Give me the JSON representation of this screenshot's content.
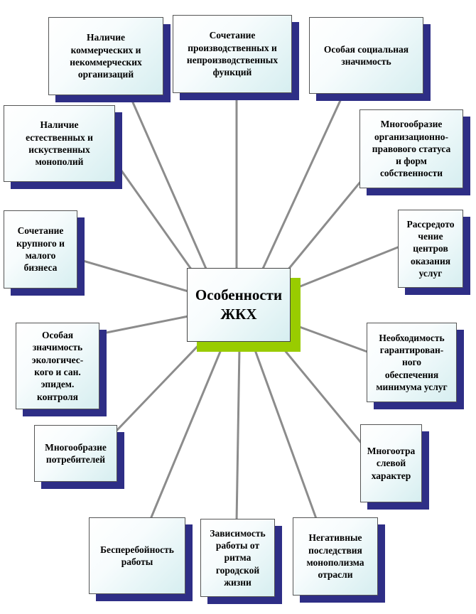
{
  "center": {
    "label": "Особенности\nЖКХ",
    "accent": "#99cc00"
  },
  "colors": {
    "shadow": "#2e2e86",
    "line": "#8c8c8c",
    "box_bg": "#d6eef0"
  },
  "features": [
    {
      "id": "n1",
      "label": "Наличие\nкоммерческих и\nнекоммерческих\nорганизаций"
    },
    {
      "id": "n2",
      "label": "Сочетание\nпроизводственных и\nнепроизводственных\nфункций"
    },
    {
      "id": "n3",
      "label": "Особая социальная\nзначимость"
    },
    {
      "id": "n4",
      "label": "Наличие\nестественных и\nискуственных\nмонополий"
    },
    {
      "id": "n5",
      "label": "Многообразие\nорганизационно-\nправового статуса\nи форм\nсобственности"
    },
    {
      "id": "n6",
      "label": "Сочетание\nкрупного и\nмалого\nбизнеса"
    },
    {
      "id": "n7",
      "label": "Рассредото\nчение\nцентров\nоказания\nуслуг"
    },
    {
      "id": "n8",
      "label": "Особая\nзначимость\nэкологичес-\nкого и сан.\nэпидем.\nконтроля"
    },
    {
      "id": "n9",
      "label": "Необходимость\nгарантирован-\nного\nобеспечения\nминимума услуг"
    },
    {
      "id": "n10",
      "label": "Многообразие\nпотребителей"
    },
    {
      "id": "n11",
      "label": "Многоотра\nслевой\nхарактер"
    },
    {
      "id": "n12",
      "label": "Бесперебойность\nработы"
    },
    {
      "id": "n13",
      "label": "Зависимость\nработы от\nритма\nгородской\nжизни"
    },
    {
      "id": "n14",
      "label": "Негативные\nпоследствия\nмонополизма\nотрасли"
    }
  ]
}
